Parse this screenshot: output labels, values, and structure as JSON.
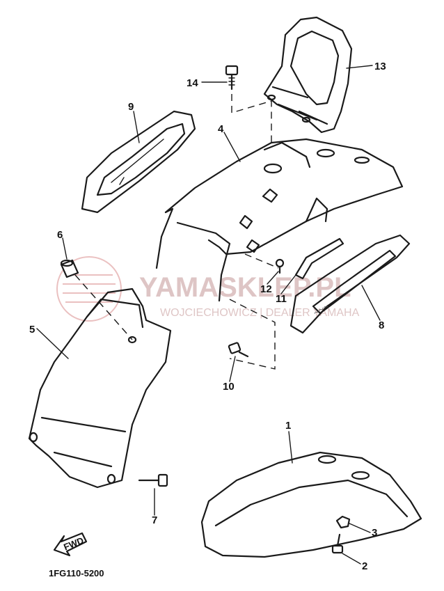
{
  "callouts": [
    "1",
    "2",
    "3",
    "4",
    "5",
    "6",
    "7",
    "8",
    "9",
    "10",
    "11",
    "12",
    "13",
    "14"
  ],
  "watermark": {
    "title": "YAMASKLEP.PL",
    "subtitle": "WOJCIECHOWICZ | DEALER YAMAHA",
    "color": "#d7b7b7"
  },
  "fwd_label": "FWD",
  "diagram_code": "1FG110-5200",
  "line_color": "#1a1a1a",
  "background_color": "#ffffff"
}
